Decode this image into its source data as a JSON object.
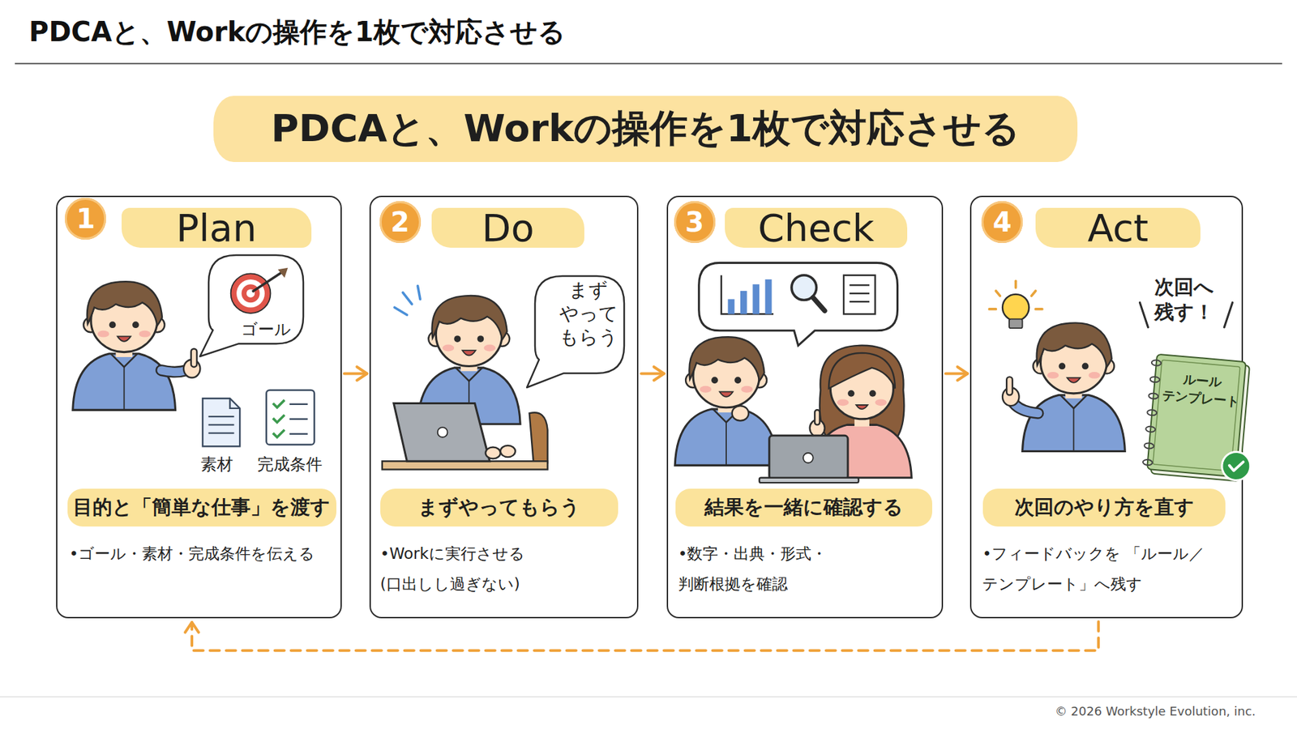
{
  "diagram": {
    "title": "PDCAと、Workの操作を1枚で対応させる",
    "nodes": [
      {
        "text": [
          "PDCAと、Workの操作を1枚で対応させる"
        ]
      },
      {
        "text": [
          "Plan",
          "•ゴール・素材・完成条件を伝える"
        ]
      },
      {
        "text": [
          "1"
        ],
        "in": 1
      },
      {
        "text": [
          "ゴール"
        ],
        "in": 1
      },
      {
        "text": [
          "目的と「簡単な仕事」を渡す"
        ],
        "in": 1
      },
      {
        "text": [
          "Do",
          "•Workに実行させる (口出しし過ぎない)"
        ]
      },
      {
        "text": [
          "2"
        ],
        "in": 5
      },
      {
        "text": [
          "まず やって もらう"
        ],
        "in": 5
      },
      {
        "text": [
          "まずやってもらう"
        ],
        "in": 5
      },
      {
        "text": [
          "Check",
          "•数字・出典・形式・ 判断根拠を確認"
        ]
      },
      {
        "text": [
          "3"
        ],
        "in": 9
      },
      {
        "text": [
          "結果を一緒に確認する"
        ],
        "in": 9
      },
      {
        "text": [
          "Act",
          "•フィードバックを 「ルール／テンプレート」へ残す"
        ]
      },
      {
        "text": [
          "4"
        ],
        "in": 12
      },
      {
        "text": [
          "ルール テンプレート"
        ],
        "in": 12
      },
      {
        "text": [
          "次回のやり方を直す"
        ],
        "in": 12
      }
    ],
    "edges": [
      {
        "from": 1,
        "to": 5,
        "arrow": "to"
      },
      {
        "from": 5,
        "to": 9,
        "arrow": "to"
      },
      {
        "from": 9,
        "to": 12,
        "arrow": "to"
      },
      {
        "from": 12,
        "to": 1,
        "arrow": "to"
      }
    ],
    "labels": [
      "素材",
      "完成条件",
      "次回へ 残す！",
      "© 2026 Workstyle Evolution, inc."
    ]
  }
}
